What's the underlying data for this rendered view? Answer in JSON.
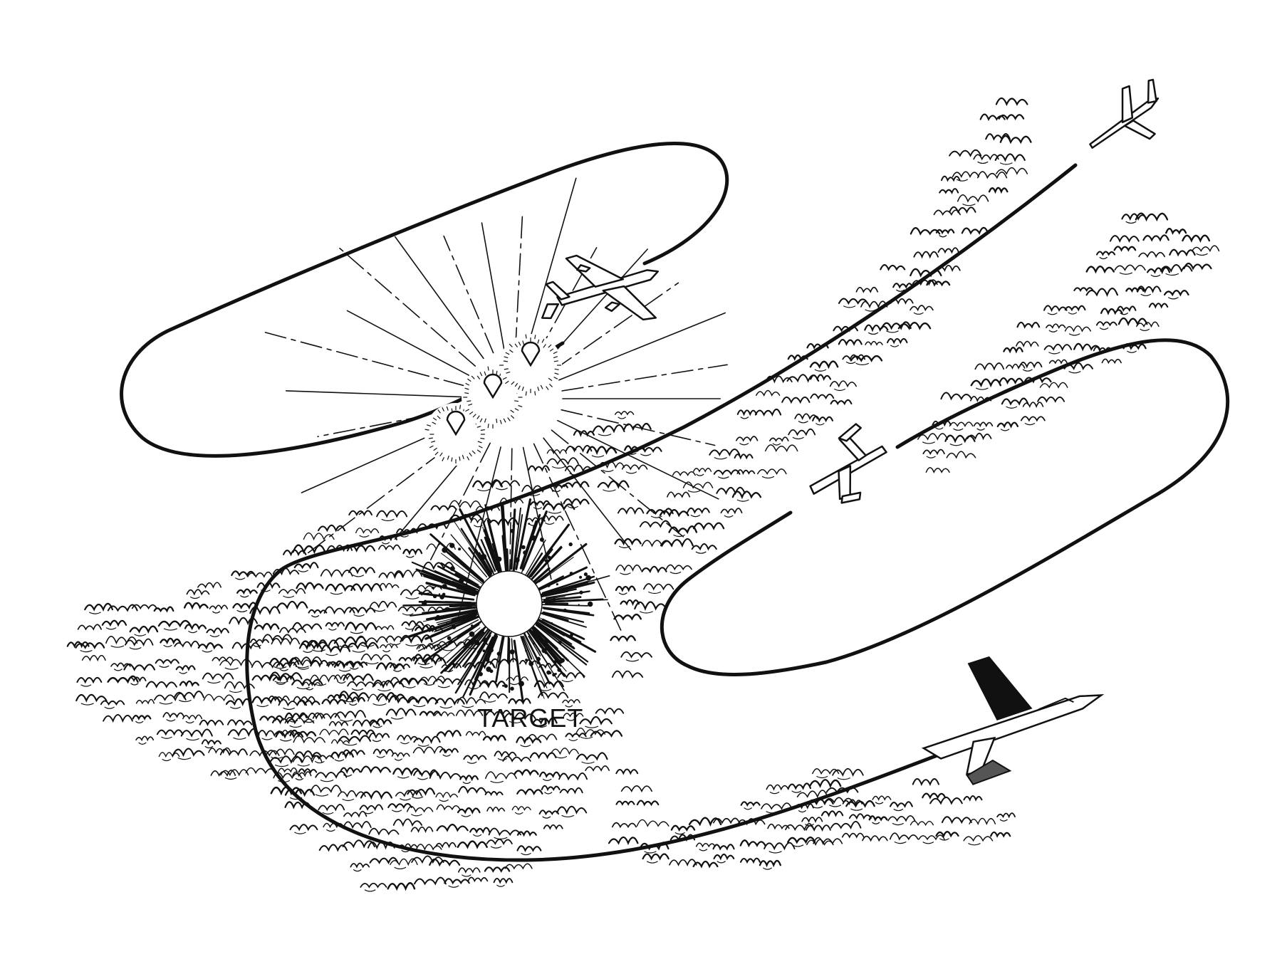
{
  "diagram": {
    "target_label": "TARGET",
    "colors": {
      "ink": "#111111",
      "background": "#ffffff",
      "flare_fill": "#ffffff"
    },
    "elements": {
      "aircraft": [
        "cargo-flare-aircraft-icon",
        "jet-bomber-icon",
        "twin-boom-fac-aircraft-icon",
        "fighter-jet-icon"
      ],
      "flares": 3,
      "flight_paths": [
        "flare-ship-orbit",
        "fighter-approach-path",
        "fac-orbit",
        "jet-ingress-path"
      ]
    }
  }
}
